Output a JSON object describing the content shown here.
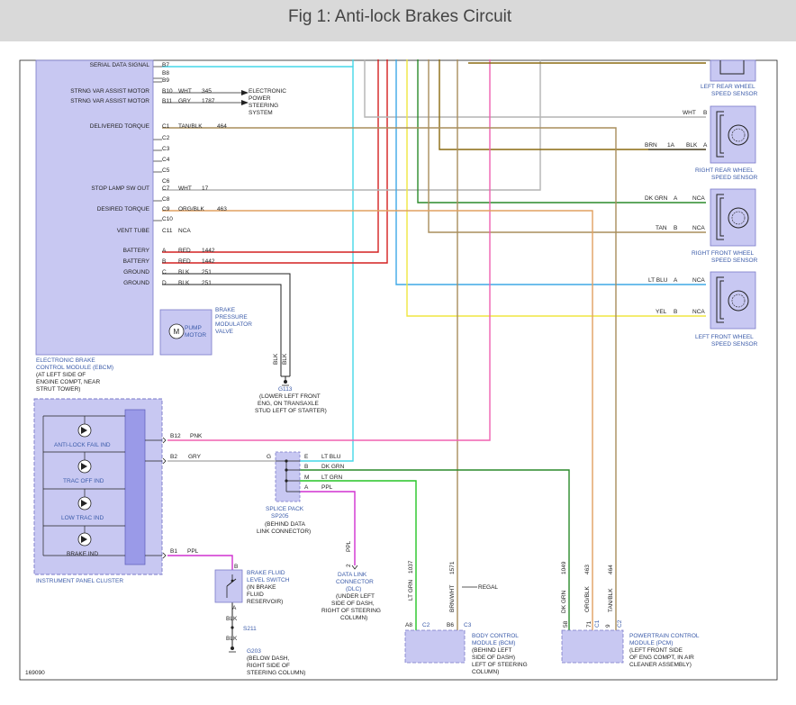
{
  "title": "Fig 1: Anti-lock Brakes Circuit",
  "figure_id": "169090",
  "ebcm": {
    "name": [
      "ELECTRONIC BRAKE",
      "CONTROL MODULE (EBCM)"
    ],
    "note": [
      "(AT LEFT SIDE OF",
      "ENGINE COMPT, NEAR",
      "STRUT TOWER)"
    ],
    "pump_motor": [
      "PUMP",
      "MOTOR"
    ],
    "bpmv": [
      "BRAKE",
      "PRESSURE",
      "MODULATOR",
      "VALVE"
    ],
    "pin_labels": [
      {
        "label": "SERIAL DATA SIGNAL",
        "pin": "B7",
        "color": "",
        "circuit": ""
      },
      {
        "label": "",
        "pin": "B8",
        "color": "",
        "circuit": ""
      },
      {
        "label": "",
        "pin": "B9",
        "color": "",
        "circuit": ""
      },
      {
        "label": "STRNG VAR ASSIST MOTOR",
        "pin": "B10",
        "color": "WHT",
        "circuit": "345"
      },
      {
        "label": "STRNG VAR ASSIST MOTOR",
        "pin": "B11",
        "color": "GRY",
        "circuit": "1787"
      },
      {
        "label": "DELIVERED TORQUE",
        "pin": "C1",
        "color": "TAN/BLK",
        "circuit": "464"
      },
      {
        "label": "",
        "pin": "C2",
        "color": "",
        "circuit": ""
      },
      {
        "label": "",
        "pin": "C3",
        "color": "",
        "circuit": ""
      },
      {
        "label": "",
        "pin": "C4",
        "color": "",
        "circuit": ""
      },
      {
        "label": "",
        "pin": "C5",
        "color": "",
        "circuit": ""
      },
      {
        "label": "",
        "pin": "C6",
        "color": "",
        "circuit": ""
      },
      {
        "label": "STOP LAMP SW OUT",
        "pin": "C7",
        "color": "WHT",
        "circuit": "17"
      },
      {
        "label": "",
        "pin": "C8",
        "color": "",
        "circuit": ""
      },
      {
        "label": "DESIRED TORQUE",
        "pin": "C9",
        "color": "ORG/BLK",
        "circuit": "463"
      },
      {
        "label": "",
        "pin": "C10",
        "color": "",
        "circuit": ""
      },
      {
        "label": "VENT TUBE",
        "pin": "C11",
        "color": "NCA",
        "circuit": ""
      },
      {
        "label": "BATTERY",
        "pin": "A",
        "color": "RED",
        "circuit": "1442"
      },
      {
        "label": "BATTERY",
        "pin": "B",
        "color": "RED",
        "circuit": "1442"
      },
      {
        "label": "GROUND",
        "pin": "C",
        "color": "BLK",
        "circuit": "251"
      },
      {
        "label": "GROUND",
        "pin": "D",
        "color": "BLK",
        "circuit": "251"
      }
    ]
  },
  "eps": [
    "ELECTRONIC",
    "POWER",
    "STEERING",
    "SYSTEM"
  ],
  "sensors": {
    "lr": [
      "LEFT REAR WHEEL",
      "SPEED SENSOR"
    ],
    "rr": [
      "RIGHT REAR WHEEL",
      "SPEED SENSOR"
    ],
    "rf": [
      "RIGHT FRONT WHEEL",
      "SPEED SENSOR"
    ],
    "lf": [
      "LEFT FRONT WHEEL",
      "SPEED SENSOR"
    ]
  },
  "sensor_wires": {
    "lr_b": {
      "color": "WHT",
      "pin": "B"
    },
    "rr": {
      "color": "BRN",
      "connector": "1A",
      "color2": "BLK",
      "pin": "A"
    },
    "rf_a": {
      "color": "DK GRN",
      "pin": "A",
      "nca": "NCA"
    },
    "rf_b": {
      "color": "TAN",
      "pin": "B",
      "nca": "NCA"
    },
    "lf_a": {
      "color": "LT BLU",
      "pin": "A",
      "nca": "NCA"
    },
    "lf_b": {
      "color": "YEL",
      "pin": "B",
      "nca": "NCA"
    }
  },
  "ground_g113": {
    "wire": "BLK",
    "wire2": "BLK",
    "name": "G113",
    "note": [
      "(LOWER LEFT FRONT",
      "ENG, ON TRANSAXLE",
      "STUD LEFT OF STARTER)"
    ]
  },
  "ipc": {
    "name": "INSTRUMENT PANEL CLUSTER",
    "indicators": [
      "ANTI-LOCK FAIL IND",
      "TRAC OFF IND",
      "LOW TRAC IND",
      "BRAKE IND"
    ],
    "pins": [
      {
        "pin": "B12",
        "color": "PNK"
      },
      {
        "pin": "B2",
        "color": "GRY"
      },
      {
        "pin": "B1",
        "color": "PPL"
      }
    ]
  },
  "splice": {
    "name": [
      "SPLICE PACK",
      "SP205"
    ],
    "note": [
      "(BEHIND DATA",
      "LINK CONNECTOR)"
    ],
    "pin_g": "G",
    "pins": [
      {
        "pin": "E",
        "color": "LT BLU"
      },
      {
        "pin": "B",
        "color": "DK GRN"
      },
      {
        "pin": "M",
        "color": "LT GRN"
      },
      {
        "pin": "A",
        "color": "PPL"
      }
    ]
  },
  "dlc": {
    "wire": "PPL",
    "pin": "2",
    "name": [
      "DATA LINK",
      "CONNECTOR",
      "(DLC)"
    ],
    "note": [
      "(UNDER LEFT",
      "SIDE OF DASH,",
      "RIGHT OF STEERING",
      "COLUMN)"
    ]
  },
  "bfls": {
    "name": [
      "BRAKE FLUID",
      "LEVEL SWITCH"
    ],
    "note": [
      "(IN BRAKE",
      "FLUID",
      "RESERVOIR)"
    ],
    "pin_b": "B",
    "pin_a": "A",
    "wire": "BLK",
    "wire2": "BLK",
    "splice": "S211",
    "ground": "G203",
    "ground_note": [
      "(BELOW DASH,",
      "RIGHT SIDE OF",
      "STEERING COLUMN)"
    ]
  },
  "bcm": {
    "name": [
      "BODY CONTROL",
      "MODULE (BCM)"
    ],
    "note": [
      "(BEHIND LEFT",
      "SIDE OF DASH)",
      "LEFT OF STEERING",
      "COLUMN)"
    ],
    "pins": [
      {
        "pin": "A8",
        "conn": "C2",
        "color": "LT GRN",
        "circuit": "1037"
      },
      {
        "pin": "B6",
        "conn": "C3",
        "color": "BRN/WHT",
        "circuit": "1571"
      }
    ],
    "regal": "REGAL"
  },
  "pcm": {
    "name": [
      "POWERTRAIN CONTROL",
      "MODULE (PCM)"
    ],
    "note": [
      "(LEFT FRONT SIDE",
      "OF ENG COMPT, IN AIR",
      "CLEANER ASSEMBLY)"
    ],
    "pins": [
      {
        "pin": "58",
        "conn": "",
        "color": "DK GRN",
        "circuit": "1049"
      },
      {
        "pin": "71",
        "conn": "C1",
        "color": "ORG/BLK",
        "circuit": "463"
      },
      {
        "pin": "9",
        "conn": "C2",
        "color": "TAN/BLK",
        "circuit": "464"
      }
    ]
  },
  "colors": {
    "cyan": "#45d7e8",
    "red": "#d42020",
    "gray": "#b4b4b4",
    "tan": "#a88d5c",
    "orange": "#e0a060",
    "dkgreen": "#2a8a2a",
    "ltgreen": "#25c425",
    "yellow": "#f0e640",
    "ltblue": "#3fa9e6",
    "pink": "#f060b0",
    "purple": "#d030d0",
    "brown": "#8a6a10",
    "black": "#222222",
    "module": "#c8c8f2"
  }
}
